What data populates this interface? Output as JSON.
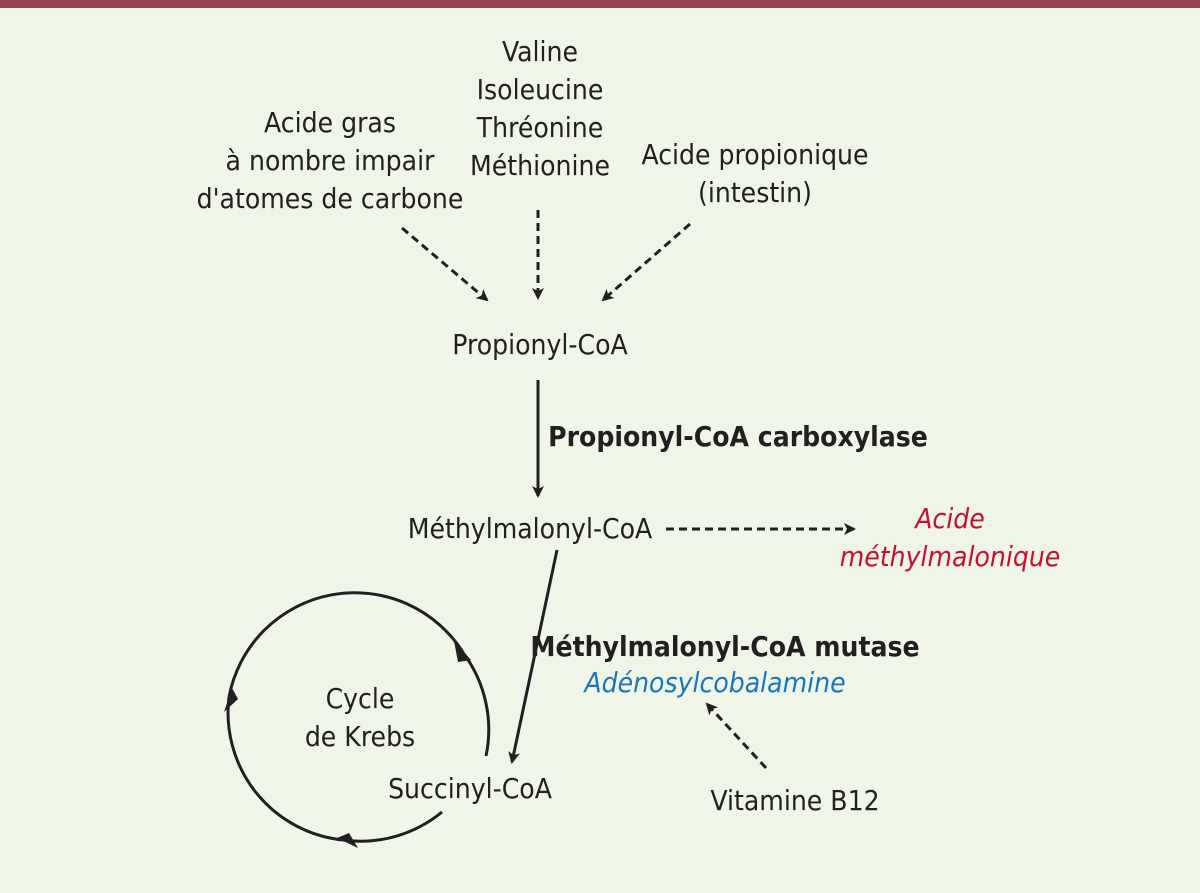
{
  "colors": {
    "background": "#eff6e8",
    "top_bar": "#96444f",
    "text": "#231f20",
    "red_text": "#c8102e",
    "blue_text": "#1b75bc"
  },
  "sources": {
    "fatty_acid": [
      "Acide gras",
      "à nombre impair",
      "d'atomes de carbone"
    ],
    "amino_acids": [
      "Valine",
      "Isoleucine",
      "Thréonine",
      "Méthionine"
    ],
    "propionic": [
      "Acide propionique",
      "(intestin)"
    ]
  },
  "nodes": {
    "propionyl_coa": "Propionyl-CoA",
    "methylmalonyl_coa": "Méthylmalonyl-CoA",
    "succinyl_coa": "Succinyl-CoA",
    "methylmalonic_acid": [
      "Acide",
      "méthylmalonique"
    ],
    "krebs": [
      "Cycle",
      "de Krebs"
    ],
    "vitamin_b12": "Vitamine B12"
  },
  "enzymes": {
    "propionyl_carboxylase": "Propionyl-CoA carboxylase",
    "methylmalonyl_mutase": "Méthylmalonyl-CoA mutase",
    "cofactor": "Adénosylcobalamine"
  },
  "icons": [
    "dashed-arrow-icon",
    "solid-arrow-icon",
    "cycle-arrow-icon"
  ]
}
